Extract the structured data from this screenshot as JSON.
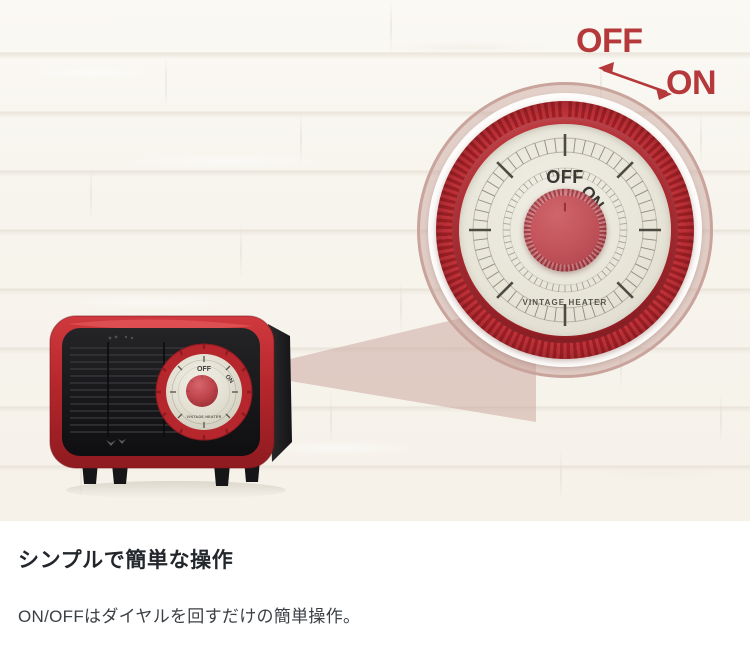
{
  "hero": {
    "background_color": "#f7f4ed",
    "scene_description": "white brick wall"
  },
  "annotation": {
    "off_label": "OFF",
    "on_label": "ON",
    "color": "#b5383a",
    "arrow_icon": "double-headed-arrow-icon"
  },
  "dial": {
    "off_label": "OFF",
    "on_label": "ON",
    "brand_label": "VINTAGE HEATER",
    "ring_color": "#ad262d",
    "face_color": "#e7e4d8",
    "knob_color": "#c2545b",
    "halo_color": "#c9a49c"
  },
  "product": {
    "name": "vintage-heater",
    "body_color": "#b5272c",
    "panel_color": "#1d1d1f",
    "dial_color": "#c0333a",
    "feet_color": "#1a1a1c"
  },
  "copy": {
    "heading": "シンプルで簡単な操作",
    "body": "ON/OFFはダイヤルを回すだけの簡単操作。",
    "heading_color": "#23272b",
    "body_color": "#3b4045"
  }
}
